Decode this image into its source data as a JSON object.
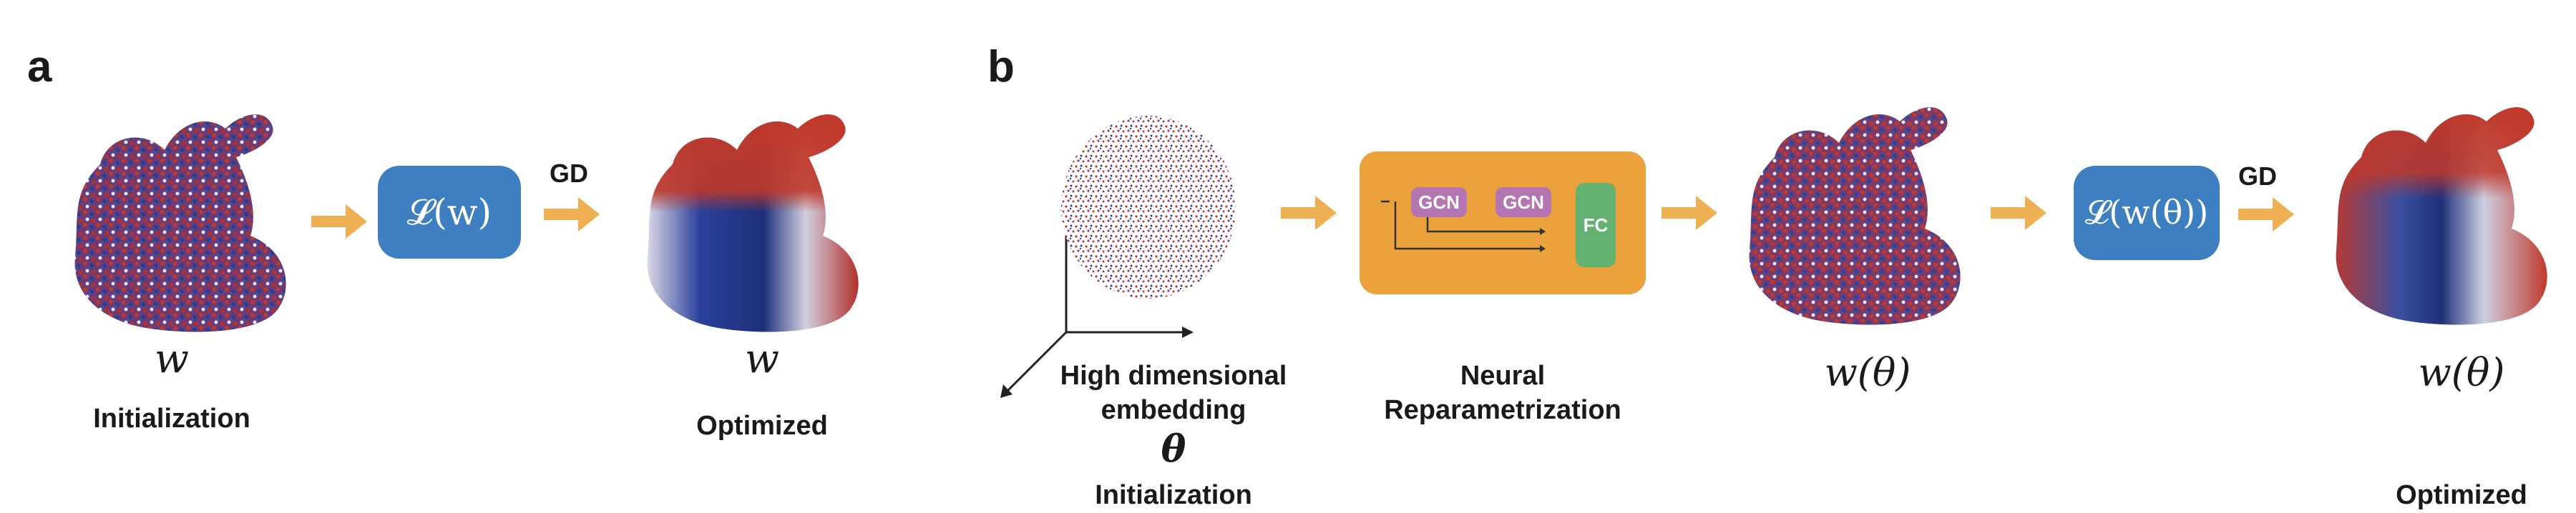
{
  "panel_a": {
    "letter": "a",
    "init_symbol": "w",
    "init_label": "Initialization",
    "loss_label": "𝓛(w)",
    "gd_label": "GD",
    "opt_symbol": "w",
    "opt_label": "Optimized"
  },
  "panel_b": {
    "letter": "b",
    "embedding_label_line1": "High dimensional",
    "embedding_label_line2": "embedding",
    "theta_symbol": "θ",
    "init_label": "Initialization",
    "gcn1_label": "GCN",
    "gcn2_label": "GCN",
    "fc_label": "FC",
    "nn_label_line1": "Neural",
    "nn_label_line2": "Reparametrization",
    "w_theta_symbol": "w(θ)",
    "loss_label": "𝓛(w(θ))",
    "gd_label": "GD",
    "opt_symbol": "w(θ)",
    "opt_label": "Optimized"
  },
  "colors": {
    "arrow": "#eeb052",
    "loss_box": "#3d7fc0",
    "nn_box": "#eba23c",
    "gcn": "#b476b3",
    "fc": "#63b271",
    "red": "#c0392b",
    "blue": "#27408b"
  }
}
